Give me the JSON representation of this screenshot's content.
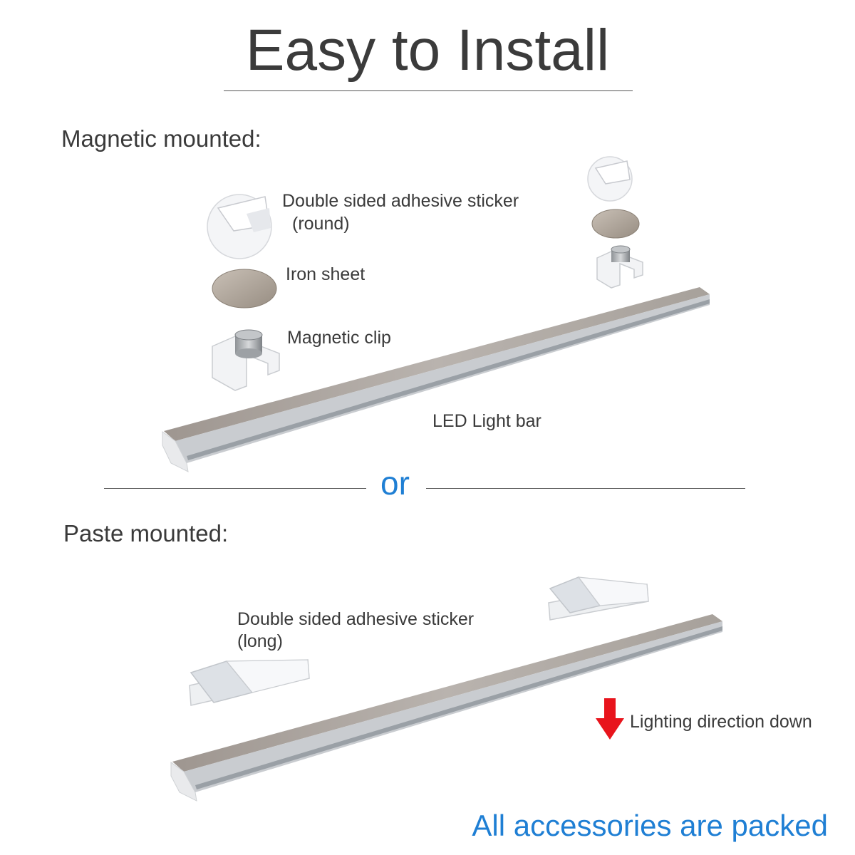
{
  "title": "Easy to Install",
  "magnetic": {
    "heading": "Magnetic mounted:",
    "sticker_round_line1": "Double sided adhesive sticker",
    "sticker_round_line2": "(round)",
    "iron_sheet": "Iron sheet",
    "magnetic_clip": "Magnetic clip",
    "light_bar": "LED Light bar"
  },
  "divider": {
    "or": "or"
  },
  "paste": {
    "heading": "Paste mounted:",
    "sticker_long_line1": "Double sided adhesive sticker",
    "sticker_long_line2": "(long)",
    "direction": "Lighting direction down"
  },
  "footer": "All accessories are packed",
  "colors": {
    "accent_blue": "#1f7fd4",
    "arrow_red": "#e8141c",
    "text_gray": "#3a3a3a"
  }
}
